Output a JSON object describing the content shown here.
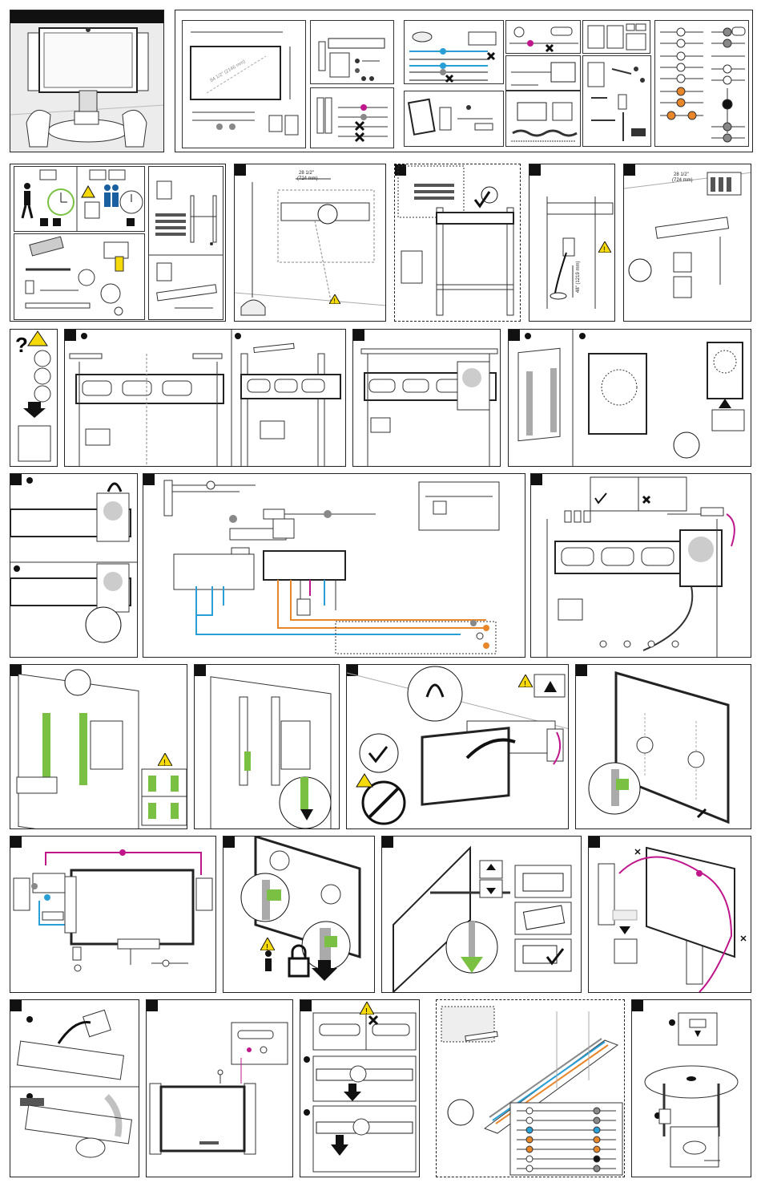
{
  "colors": {
    "ink": "#111111",
    "magenta": "#c0168c",
    "blue": "#2a9fd6",
    "orange": "#e8862a",
    "green": "#7ac143",
    "warning": "#f5d90a",
    "gray": "#888888"
  },
  "icons": [
    "warning-icon",
    "checkmark-icon",
    "cross-icon",
    "clock-icon",
    "lock-icon",
    "question-icon",
    "person-icon",
    "arrow-icon"
  ],
  "overview": {
    "diagonal_label": "84 1/2\" (2146 mm)"
  },
  "measurements": {
    "step5_width": "28 1/2\"",
    "step5_width_mm": "(724 mm)",
    "step8_width": "28 1/2\"",
    "step8_width_mm": "(724 mm)",
    "step7_height": "48\" (1219 mm)"
  },
  "clock": {
    "one_person_time": "",
    "two_person_time": ""
  }
}
